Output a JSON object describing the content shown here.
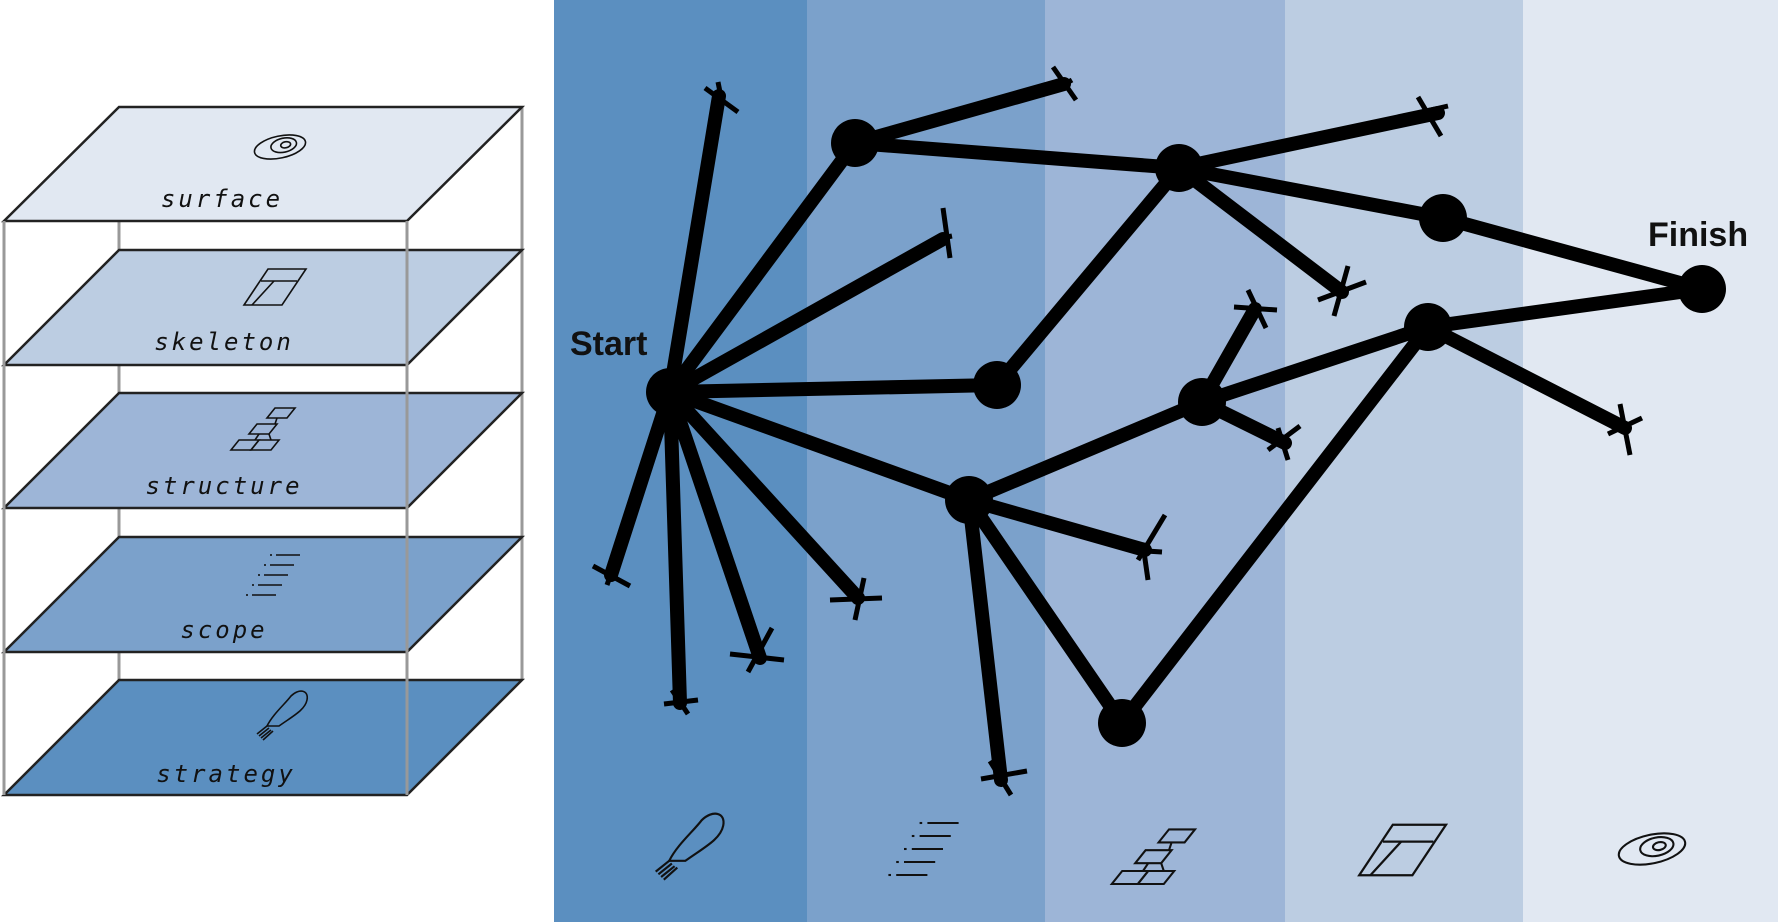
{
  "layer_stack": {
    "layers": [
      {
        "label": "surface",
        "icon": "eye-icon"
      },
      {
        "label": "skeleton",
        "icon": "wireframe-icon"
      },
      {
        "label": "structure",
        "icon": "sitemap-icon"
      },
      {
        "label": "scope",
        "icon": "list-icon"
      },
      {
        "label": "strategy",
        "icon": "lightbulb-icon"
      }
    ]
  },
  "path_diagram": {
    "start_label": "Start",
    "finish_label": "Finish",
    "bands": [
      {
        "name": "strategy",
        "color": "#5b8fc0",
        "icon": "lightbulb-icon"
      },
      {
        "name": "scope",
        "color": "#7ba1cb",
        "icon": "list-icon"
      },
      {
        "name": "structure",
        "color": "#9db5d7",
        "icon": "sitemap-icon"
      },
      {
        "name": "skeleton",
        "color": "#bccde2",
        "icon": "wireframe-icon"
      },
      {
        "name": "surface",
        "color": "#e1e8f2",
        "icon": "eye-icon"
      }
    ]
  },
  "colors": {
    "surface": "#e1e8f2",
    "skeleton": "#bccde2",
    "structure": "#9db5d7",
    "scope": "#7ba1cb",
    "strategy": "#5b8fc0"
  }
}
